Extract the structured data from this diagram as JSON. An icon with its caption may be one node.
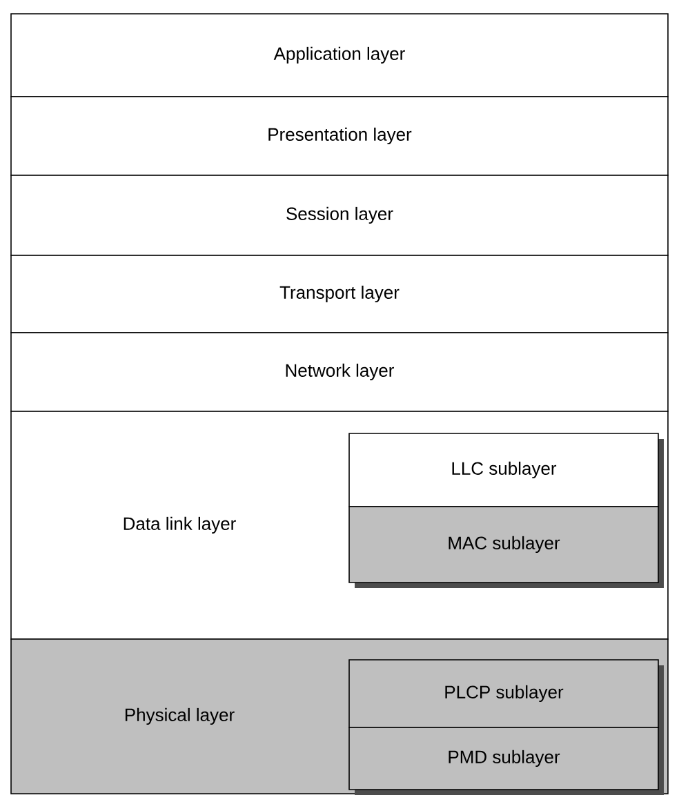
{
  "diagram": {
    "nodes": [
      {
        "text": [
          "Application layer"
        ]
      },
      {
        "text": [
          "Presentation layer"
        ]
      },
      {
        "text": [
          "Session layer"
        ]
      },
      {
        "text": [
          "Transport layer"
        ]
      },
      {
        "text": [
          "Network layer"
        ]
      },
      {
        "text": [
          "Data link layer"
        ]
      },
      {
        "text": [
          "LLC sublayer"
        ],
        "in": 5
      },
      {
        "text": [
          "MAC sublayer"
        ],
        "in": 5
      },
      {
        "text": [
          "Physical layer"
        ]
      },
      {
        "text": [
          "PLCP sublayer"
        ],
        "in": 8
      },
      {
        "text": [
          "PMD sublayer"
        ],
        "in": 8
      }
    ]
  }
}
